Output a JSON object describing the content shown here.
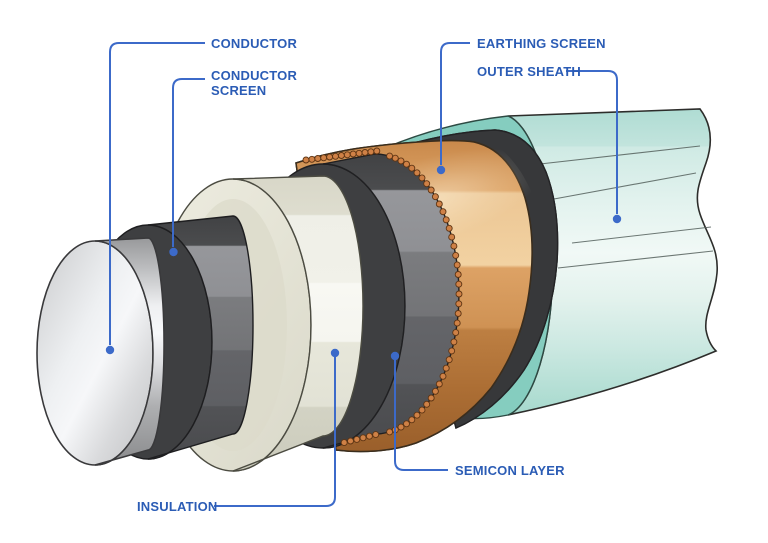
{
  "diagram": {
    "type": "cable-cutaway",
    "labels": {
      "conductor": "CONDUCTOR",
      "conductor_screen": "CONDUCTOR SCREEN",
      "earthing_screen": "EARTHING SCREEN",
      "outer_sheath": "OUTER SHEATH",
      "semicon_layer": "SEMICON LAYER",
      "insulation": "INSULATION"
    },
    "colors": {
      "background": "#ffffff",
      "label_text": "#2b5cb5",
      "leader_line": "#3c6ac9",
      "conductor_silver": "#e9eaec",
      "screen_gray": "#3e3f41",
      "insulation_cream": "#e7e6d8",
      "semicon_gray": "#3e3f41",
      "copper": "#d89a62",
      "copper_dot": "#cf8146",
      "bedding_dark": "#37383a",
      "sheath_teal": "#cfeae4",
      "sheath_rim": "#85cdbf"
    }
  }
}
